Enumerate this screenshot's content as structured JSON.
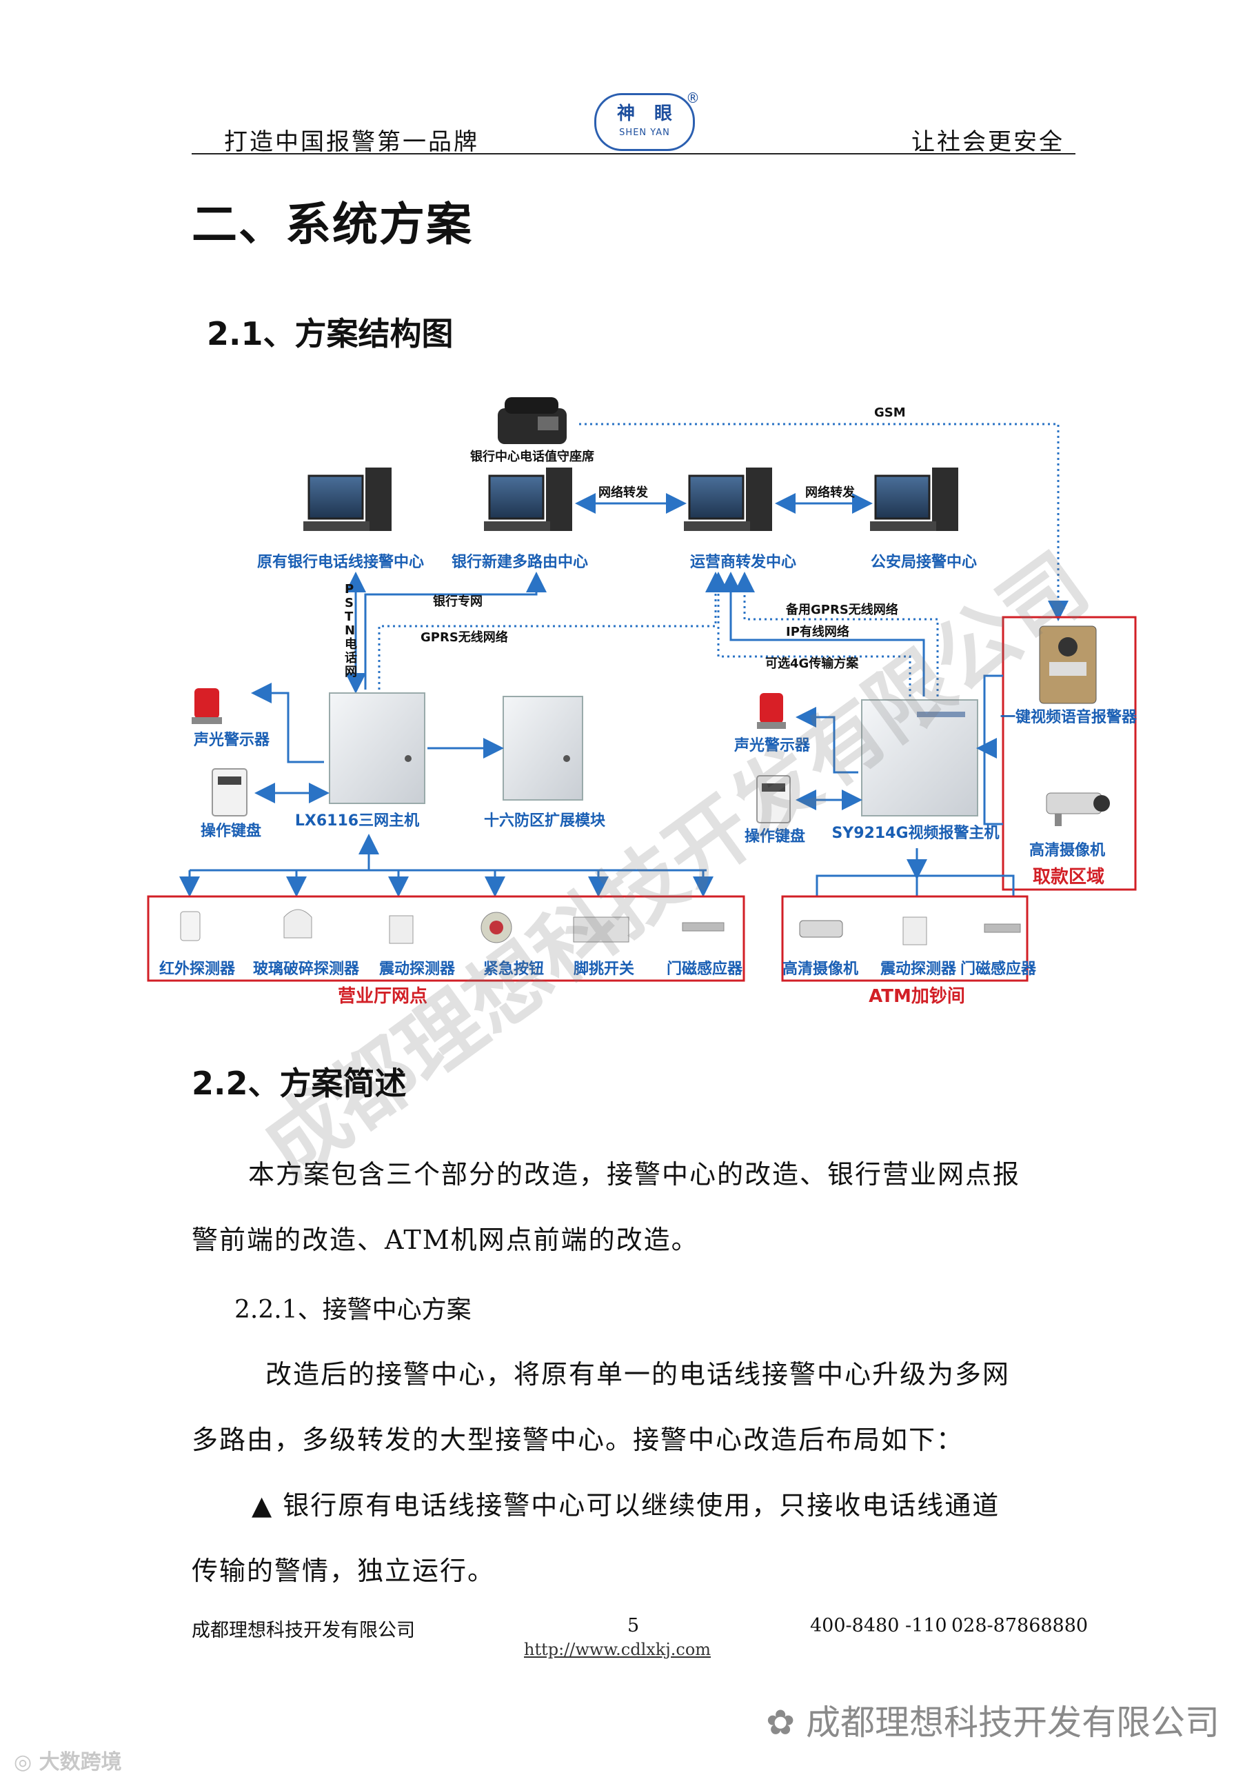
{
  "header": {
    "slogan_left": "打造中国报警第一品牌",
    "slogan_right": "让社会更安全",
    "logo_cn": "神眼",
    "logo_en": "SHEN YAN",
    "logo_reg": "®"
  },
  "section_title": "二、系统方案",
  "sub1_title": "2.1、方案结构图",
  "diagram": {
    "phone_label": "银行中心电话值守座席",
    "gsm": "GSM",
    "center_old": "原有银行电话线接警中心",
    "center_new": "银行新建多路由中心",
    "center_operator": "运营商转发中心",
    "center_police": "公安局接警中心",
    "net_forward_1": "网络转发",
    "net_forward_2": "网络转发",
    "pstn": "PSTN电话网",
    "bank_private": "银行专网",
    "gprs": "GPRS无线网络",
    "backup_gprs": "备用GPRS无线网络",
    "ip_wired": "IP有线网络",
    "optional_4g": "可选4G传输方案",
    "siren_left": "声光警示器",
    "keypad_left": "操作键盘",
    "host_left": "LX6116三网主机",
    "expansion": "十六防区扩展模块",
    "siren_right": "声光警示器",
    "keypad_right": "操作键盘",
    "host_right": "SY9214G视频报警主机",
    "video_alarm": "一键视频语音报警器",
    "hd_camera_top": "高清摄像机",
    "area_withdraw": "取款区域",
    "lobby_devices": [
      "红外探测器",
      "玻璃破碎探测器",
      "震动探测器",
      "紧急按钮",
      "脚挑开关",
      "门磁感应器"
    ],
    "lobby_area": "营业厅网点",
    "atm_devices": [
      "高清摄像机",
      "震动探测器",
      "门磁感应器"
    ],
    "atm_area": "ATM加钞间"
  },
  "sub2_title": "2.2、方案简述",
  "para1_line1": "本方案包含三个部分的改造，接警中心的改造、银行营业网点报",
  "para1_line2": "警前端的改造、ATM机网点前端的改造。",
  "sub3_title": "2.2.1、接警中心方案",
  "para2_line1": "改造后的接警中心，将原有单一的电话线接警中心升级为多网",
  "para2_line2": "多路由，多级转发的大型接警中心。接警中心改造后布局如下：",
  "bullet_line1": "▲ 银行原有电话线接警中心可以继续使用，只接收电话线通道",
  "bullet_line2": "传输的警情，独立运行。",
  "footer": {
    "company": "成都理想科技开发有限公司",
    "page": "5",
    "phone1": "400-8480 -110",
    "phone2": "028-87868880",
    "url": "http://www.cdlxkj.com"
  },
  "watermark": "成都理想科技开发有限公司",
  "wechat_caption": "成都理想科技开发有限公司",
  "corner_mark": "大数跨境"
}
